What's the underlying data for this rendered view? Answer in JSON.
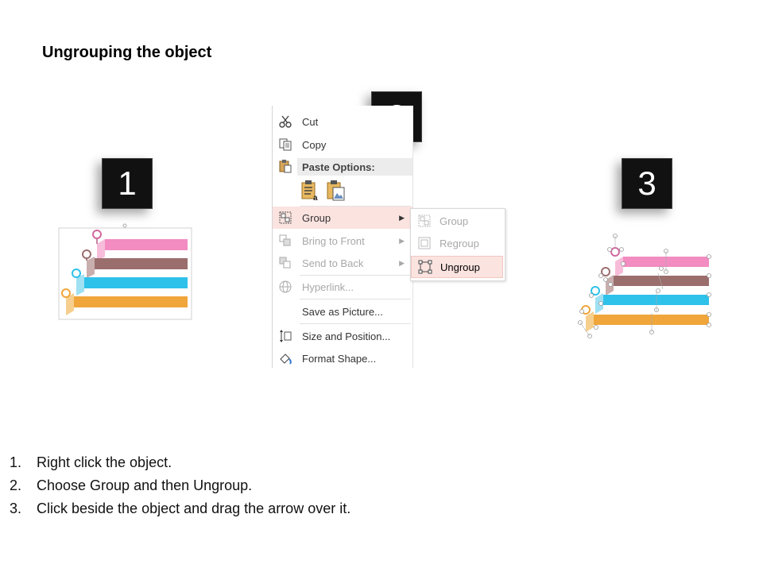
{
  "title": "Ungrouping the object",
  "badges": [
    "1",
    "2",
    "3"
  ],
  "context_menu": {
    "items": [
      {
        "label": "Cut",
        "icon": "scissors-icon",
        "disabled": false
      },
      {
        "label": "Copy",
        "icon": "copy-icon",
        "disabled": false
      },
      {
        "label": "Paste Options:",
        "icon": "paste-icon",
        "header": true
      },
      {
        "label": "Group",
        "icon": "group-icon",
        "disabled": false,
        "submenu": true,
        "highlighted": true
      },
      {
        "label": "Bring to Front",
        "icon": "bring-to-front-icon",
        "disabled": true,
        "submenu": true
      },
      {
        "label": "Send to Back",
        "icon": "send-to-back-icon",
        "disabled": true,
        "submenu": true
      },
      {
        "label": "Hyperlink...",
        "icon": "hyperlink-icon",
        "disabled": true
      },
      {
        "label": "Save as Picture...",
        "icon": "",
        "disabled": false
      },
      {
        "label": "Size and Position...",
        "icon": "size-position-icon",
        "disabled": false
      },
      {
        "label": "Format Shape...",
        "icon": "format-shape-icon",
        "disabled": false
      }
    ],
    "paste_options": [
      "keep-text-only-icon",
      "picture-paste-icon"
    ]
  },
  "submenu": {
    "items": [
      {
        "label": "Group",
        "icon": "group-icon",
        "disabled": true
      },
      {
        "label": "Regroup",
        "icon": "regroup-icon",
        "disabled": true
      },
      {
        "label": "Ungroup",
        "icon": "ungroup-icon",
        "disabled": false,
        "highlighted": true
      }
    ]
  },
  "instructions": [
    {
      "num": "1.",
      "text": "Right click the object."
    },
    {
      "num": "2.",
      "text": "Choose Group and then Ungroup."
    },
    {
      "num": "3.",
      "text": "Click beside the object and drag the arrow over it."
    }
  ],
  "colors": {
    "pink": "#f28cc1",
    "brown": "#9b6e6e",
    "cyan": "#2ec1ea",
    "orange": "#f0a63a",
    "menu_highlight": "#fbe3e0"
  }
}
